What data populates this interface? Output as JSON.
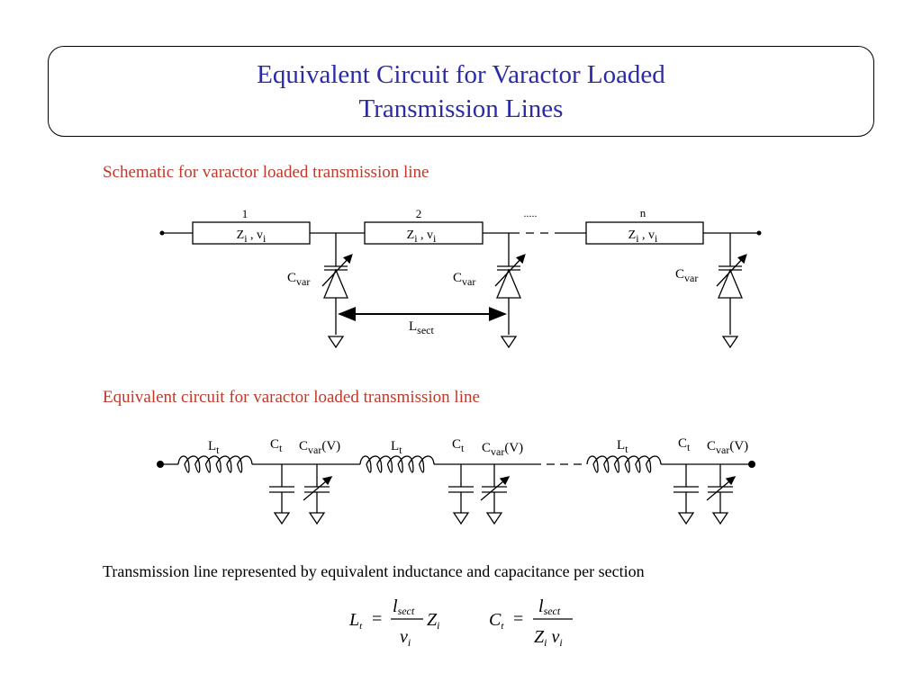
{
  "title": {
    "line1": "Equivalent Circuit for Varactor Loaded",
    "line2": "Transmission Lines"
  },
  "schematic": {
    "heading": "Schematic for varactor loaded transmission line",
    "sections": [
      {
        "index": "1",
        "label": "Zi , vi"
      },
      {
        "index": "2",
        "label": "Zi , vi"
      },
      {
        "index": "n",
        "label": "Zi , vi"
      }
    ],
    "ellipsis": ".....",
    "cvar_label": "Cvar",
    "lsect_label": "Lsect"
  },
  "equivalent": {
    "heading": "Equivalent circuit for varactor loaded transmission line",
    "lt_label": "Lt",
    "ct_label": "Ct",
    "cvar_v_label": "Cvar(V)"
  },
  "caption": "Transmission line represented by equivalent inductance and capacitance per section",
  "equations": {
    "lt": {
      "lhs": "Lt",
      "numerator": "lsect",
      "denominator": "vi",
      "factor": "Zi"
    },
    "ct": {
      "lhs": "Ct",
      "numerator": "lsect",
      "denominator": "Zi vi"
    }
  }
}
